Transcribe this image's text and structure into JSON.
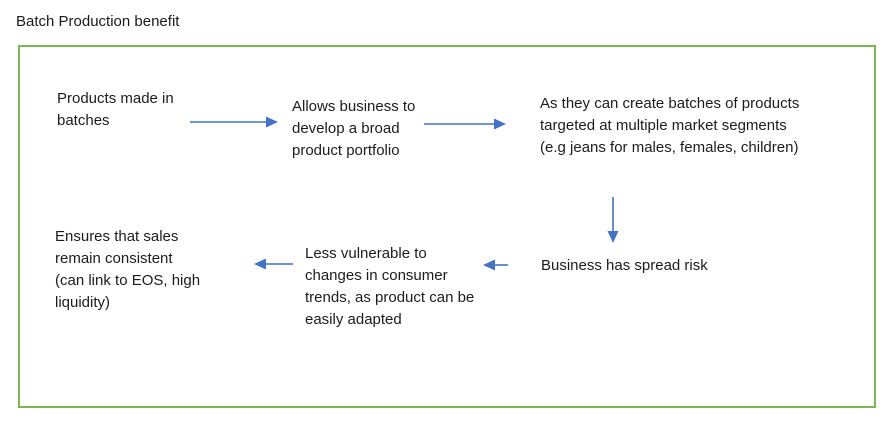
{
  "page": {
    "title": "Batch Production benefit"
  },
  "diagram": {
    "frame_border_color": "#7db556",
    "arrow_color": "#4472c4",
    "text_color": "#1c1c1c",
    "nodes": [
      {
        "id": "products",
        "text": "Products made in\nbatches"
      },
      {
        "id": "portfolio",
        "text": "Allows business to\ndevelop a broad\nproduct portfolio"
      },
      {
        "id": "segments",
        "text": "As they can create batches of products\ntargeted at multiple market segments\n(e.g jeans for males, females, children)"
      },
      {
        "id": "spread-risk",
        "text": "Business has spread risk"
      },
      {
        "id": "less-vulnerable",
        "text": "Less vulnerable to\nchanges in consumer\ntrends, as product can be\neasily adapted"
      },
      {
        "id": "consistent",
        "text": "Ensures that sales\nremain consistent\n(can link to EOS, high\nliquidity)"
      }
    ],
    "connections": [
      {
        "from": "products",
        "to": "portfolio",
        "direction": "right"
      },
      {
        "from": "portfolio",
        "to": "segments",
        "direction": "right"
      },
      {
        "from": "segments",
        "to": "spread-risk",
        "direction": "down"
      },
      {
        "from": "spread-risk",
        "to": "less-vulnerable",
        "direction": "left"
      },
      {
        "from": "less-vulnerable",
        "to": "consistent",
        "direction": "left"
      }
    ]
  }
}
